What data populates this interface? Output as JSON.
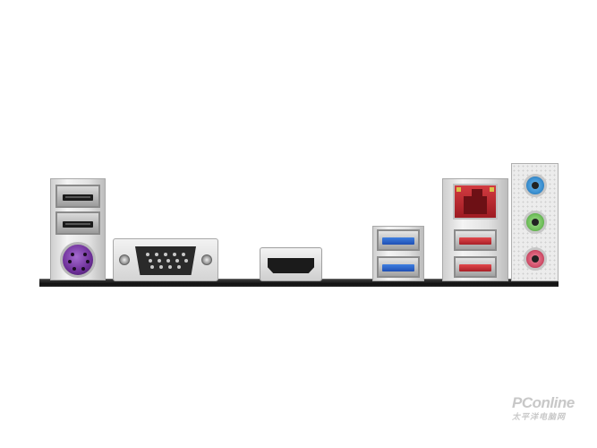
{
  "watermark": {
    "brand": "PConline",
    "sub": "太平洋电脑网"
  },
  "ports": [
    "usb2-port",
    "usb2-port",
    "ps2-port",
    "vga-port",
    "hdmi-port",
    "usb3-port",
    "usb3-port",
    "rj45-port",
    "usb3-port",
    "usb3-port",
    "audio-jack",
    "audio-jack",
    "audio-jack"
  ],
  "colors": {
    "background": "#ffffff",
    "ps2": "#7b3aa8",
    "usb3_blue": "#2f62c8",
    "usb3_red": "#c22b33",
    "rj45": "#c22b33",
    "audio_blue": "#3a8fd0",
    "audio_green": "#6fbf5a",
    "audio_pink": "#d2506b"
  }
}
